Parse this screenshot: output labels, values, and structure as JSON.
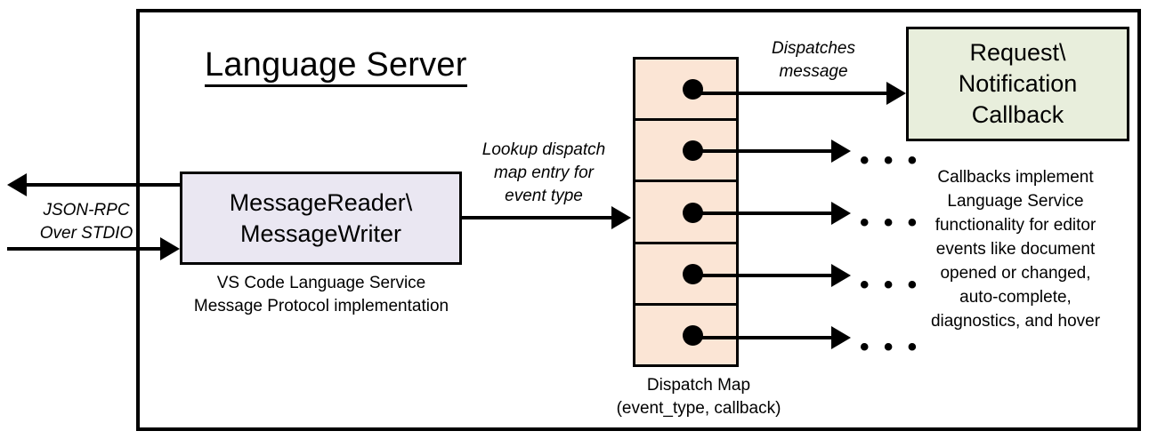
{
  "diagram": {
    "title": "Language Server",
    "frame_border_color": "#000000"
  },
  "nodes": {
    "message_reader": {
      "line1": "MessageReader\\",
      "line2": "MessageWriter",
      "fill": "#eae7f2",
      "caption_line1": "VS Code Language Service",
      "caption_line2": "Message Protocol implementation"
    },
    "dispatch_map": {
      "fill": "#fbe5d5",
      "row_count": 5,
      "caption_line1": "Dispatch Map",
      "caption_line2": "(event_type, callback)"
    },
    "callback": {
      "line1": "Request\\",
      "line2": "Notification",
      "line3": "Callback",
      "fill": "#e8eedc",
      "note_lines": [
        "Callbacks implement",
        "Language Service",
        "functionality for editor",
        "events like document",
        "opened or changed,",
        "auto-complete,",
        "diagnostics, and hover"
      ]
    }
  },
  "edges": {
    "jsonrpc": {
      "line1": "JSON-RPC",
      "line2": "Over STDIO"
    },
    "lookup": {
      "line1": "Lookup dispatch",
      "line2": "map entry for",
      "line3": "event type"
    },
    "dispatches": {
      "line1": "Dispatches",
      "line2": "message"
    },
    "ellipsis": "• • •",
    "ellipsis_count": 4
  }
}
